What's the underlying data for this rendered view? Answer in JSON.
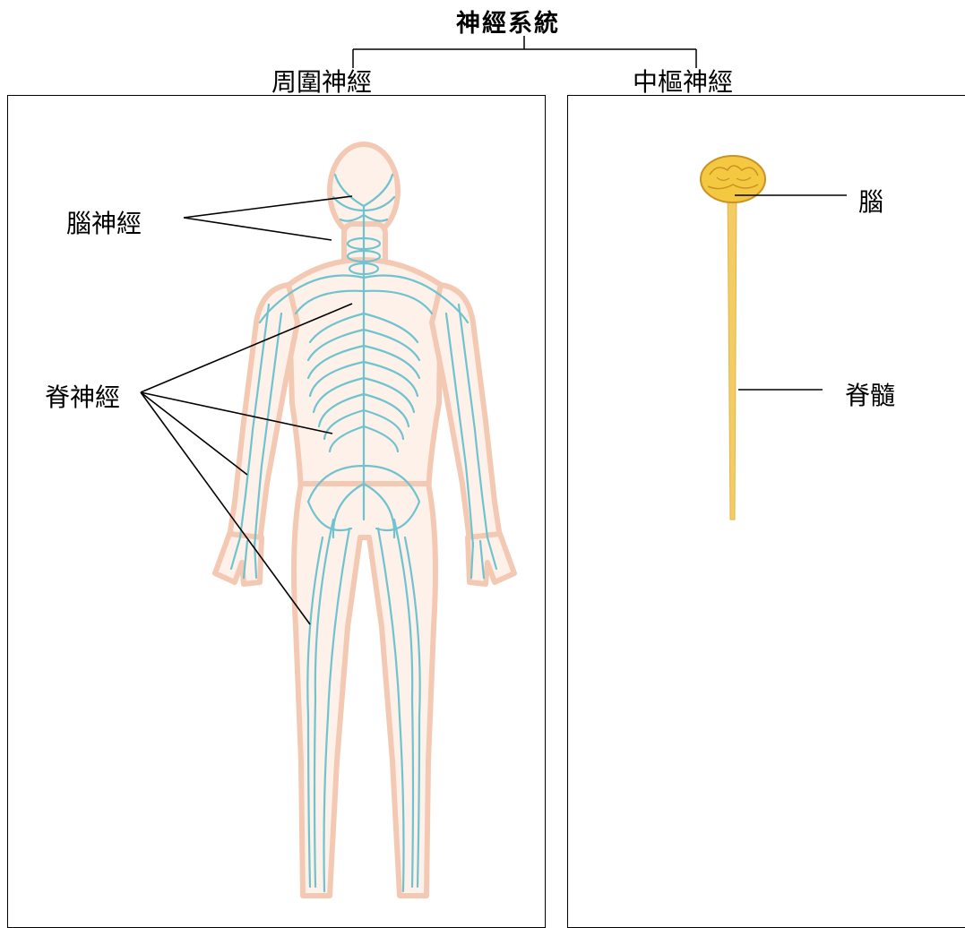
{
  "title": "神經系統",
  "peripheral": {
    "heading": "周圍神經",
    "labels": {
      "cranial": "腦神經",
      "spinal": "脊神經"
    }
  },
  "central": {
    "heading": "中樞神經",
    "labels": {
      "brain": "腦",
      "spinal_cord": "脊髓"
    }
  },
  "colors": {
    "nerve": "#6fc3cf",
    "skin_outline": "#f3c9b4",
    "skin_fill": "#fdf1ea",
    "cord": "#f3cd63",
    "brain": "#f5c842"
  }
}
